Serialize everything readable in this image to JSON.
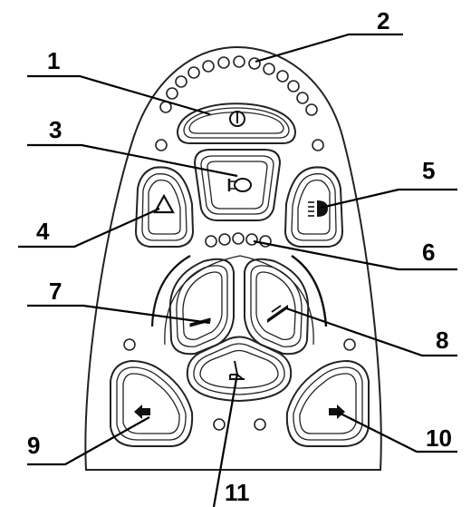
{
  "callouts": [
    {
      "number": "1",
      "component": "power-button"
    },
    {
      "number": "2",
      "component": "battery-gauge-leds"
    },
    {
      "number": "3",
      "component": "horn-button"
    },
    {
      "number": "4",
      "component": "hazard-button"
    },
    {
      "number": "5",
      "component": "lights-button"
    },
    {
      "number": "6",
      "component": "speed-indicator-leds"
    },
    {
      "number": "7",
      "component": "speed-decrease-button"
    },
    {
      "number": "8",
      "component": "speed-increase-button"
    },
    {
      "number": "9",
      "component": "left-indicator-button"
    },
    {
      "number": "10",
      "component": "right-indicator-button"
    },
    {
      "number": "11",
      "component": "seat-actuator-button"
    }
  ],
  "icons": {
    "power": "power-icon",
    "horn": "horn-icon",
    "hazard": "hazard-triangle-icon",
    "lights": "headlight-icon",
    "speed_down": "tortoise-speed-icon",
    "speed_up": "hare-speed-icon",
    "seat": "seat-icon",
    "left": "arrow-left-icon",
    "right": "arrow-right-icon"
  },
  "colors": {
    "line": "#000000",
    "outline": "#222222",
    "background": "#ffffff"
  }
}
